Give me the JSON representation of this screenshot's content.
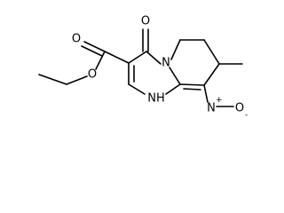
{
  "molecule": {
    "atoms": {
      "ring_oxo_oxygen": "O",
      "ring_nitrogen": "N",
      "ring_nh": "NH",
      "nitro_nitrogen": "N",
      "nitro_oxygen": "O",
      "ester_carbonyl_oxygen": "O",
      "ester_ether_oxygen": "O"
    },
    "charges": {
      "nitro_nitrogen_charge": "+",
      "nitro_oxygen_charge": "-"
    }
  },
  "colors": {
    "bond": "#000000",
    "label": "#000000",
    "background": "#ffffff"
  }
}
